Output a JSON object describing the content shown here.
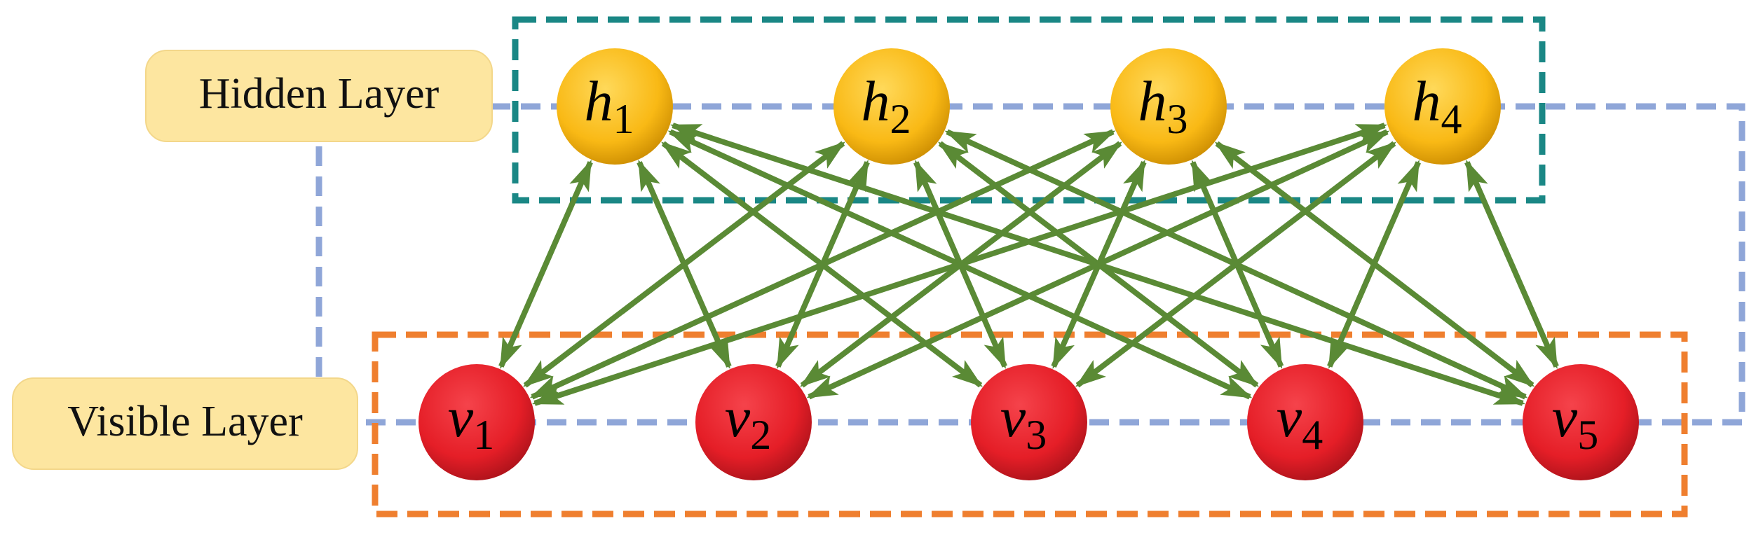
{
  "labels": {
    "hidden": "Hidden Layer",
    "visible": "Visible Layer"
  },
  "hidden_nodes": [
    {
      "symbol": "h",
      "index": "1"
    },
    {
      "symbol": "h",
      "index": "2"
    },
    {
      "symbol": "h",
      "index": "3"
    },
    {
      "symbol": "h",
      "index": "4"
    }
  ],
  "visible_nodes": [
    {
      "symbol": "v",
      "index": "1"
    },
    {
      "symbol": "v",
      "index": "2"
    },
    {
      "symbol": "v",
      "index": "3"
    },
    {
      "symbol": "v",
      "index": "4"
    },
    {
      "symbol": "v",
      "index": "5"
    }
  ],
  "connectivity": "fully-connected-bidirectional",
  "colors": {
    "hidden_node": "#f9b915",
    "visible_node": "#e51e27",
    "edge": "#5a8a35",
    "hidden_box": "#1a8785",
    "visible_box": "#ef7f2f",
    "guide_line": "#8fa6d8",
    "label_box": "#fde6a0"
  }
}
